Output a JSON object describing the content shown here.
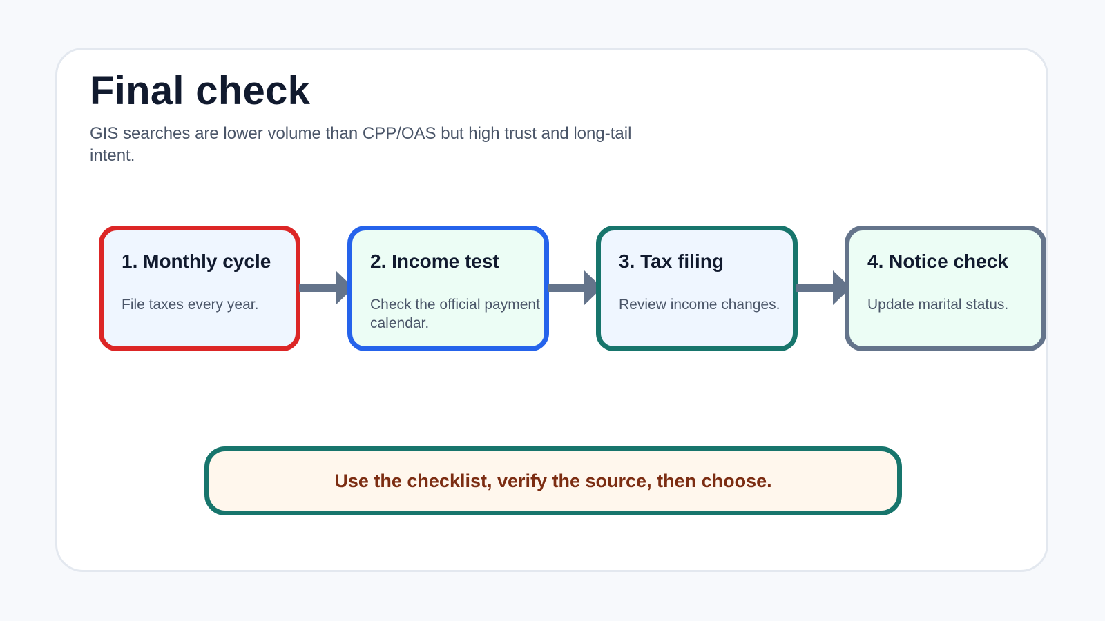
{
  "title": "Final check",
  "subtitle": "GIS searches are lower volume than CPP/OAS but high trust and long-tail intent.",
  "steps": [
    {
      "title": "1. Monthly cycle",
      "description": "File taxes every year.",
      "border_color": "#dc2626",
      "fill_color": "#eff6ff"
    },
    {
      "title": "2. Income test",
      "description": "Check the official payment calendar.",
      "border_color": "#2563eb",
      "fill_color": "#ecfdf5"
    },
    {
      "title": "3. Tax filing",
      "description": "Review income changes.",
      "border_color": "#17756c",
      "fill_color": "#eff6ff"
    },
    {
      "title": "4. Notice check",
      "description": "Update marital status.",
      "border_color": "#64748b",
      "fill_color": "#ecfdf5"
    }
  ],
  "arrow_color": "#64748b",
  "callout": {
    "text": "Use the checklist, verify the source, then choose.",
    "border_color": "#17756c",
    "fill_color": "#fff7ed",
    "text_color": "#7c2d12"
  }
}
